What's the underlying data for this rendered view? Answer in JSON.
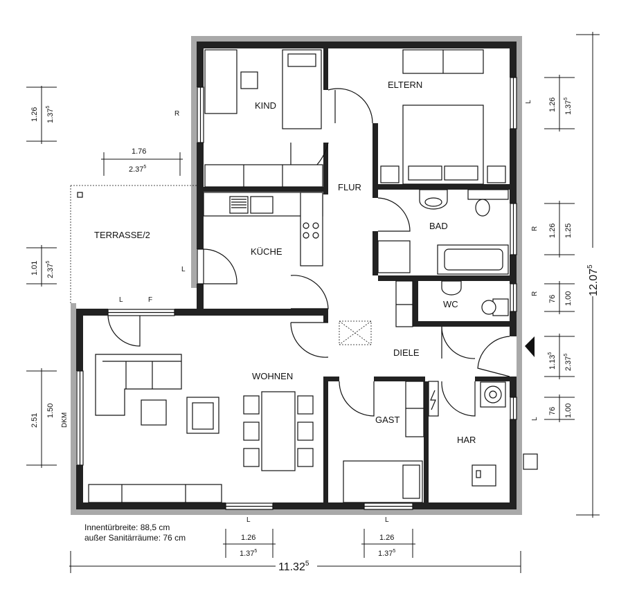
{
  "rooms": {
    "kind": "KIND",
    "eltern": "ELTERN",
    "flur": "FLUR",
    "bad": "BAD",
    "kueche": "KÜCHE",
    "terrasse": "TERRASSE/2",
    "wc": "WC",
    "diele": "DIELE",
    "wohnen": "WOHNEN",
    "gast": "GAST",
    "har": "HAR"
  },
  "window_marks": {
    "kind_left": "R",
    "eltern_right": "L",
    "bad_right": "R",
    "wc_right": "R",
    "har_right": "L",
    "kueche_left": "L",
    "terrasse_door_l": "L",
    "terrasse_door_f": "F",
    "bottom_left": "L",
    "bottom_right": "L",
    "dkm": "DKM"
  },
  "dimensions": {
    "total_width": "11.32",
    "total_width_sup": "5",
    "total_height": "12.07",
    "total_height_sup": "5",
    "left_top_a": "1.26",
    "left_top_b": "1.37",
    "left_top_b_sup": "5",
    "terrasse_top_a": "1.76",
    "terrasse_top_b": "2.37",
    "terrasse_top_b_sup": "5",
    "left_mid_a": "1.01",
    "left_mid_b": "2.37",
    "left_mid_b_sup": "5",
    "left_low_a": "2.51",
    "left_low_b": "1.50",
    "right_1_a": "1.26",
    "right_1_b": "1.37",
    "right_1_b_sup": "5",
    "right_2_a": "1.26",
    "right_2_b": "1.25",
    "right_3_a": "76",
    "right_3_b": "1.00",
    "right_4_a": "1.13",
    "right_4_a_sup": "5",
    "right_4_b": "2.37",
    "right_4_b_sup": "5",
    "right_5_a": "76",
    "right_5_b": "1.00",
    "bottom_1_a": "1.26",
    "bottom_1_b": "1.37",
    "bottom_1_b_sup": "5",
    "bottom_2_a": "1.26",
    "bottom_2_b": "1.37",
    "bottom_2_b_sup": "5"
  },
  "notes": {
    "door_width": "Innentürbreite: 88,5 cm",
    "sanitary": "außer Sanitärräume: 76 cm"
  }
}
